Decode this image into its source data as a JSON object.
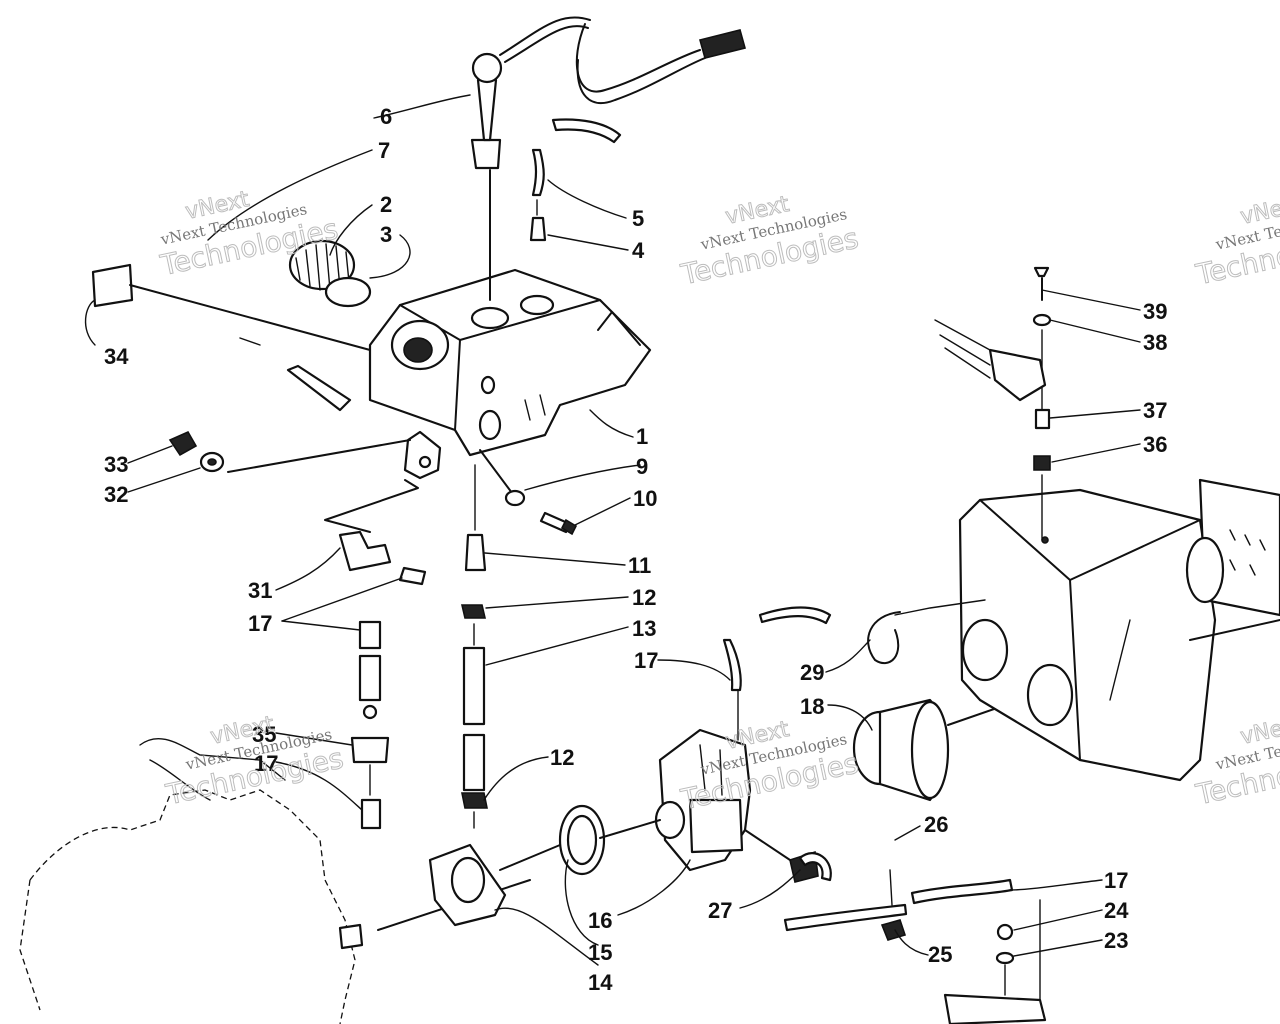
{
  "watermark": {
    "line1": "vNext",
    "line2": "vNext Technologies",
    "line3": "Technologies"
  },
  "callouts": {
    "c1": "1",
    "c2": "2",
    "c3": "3",
    "c4": "4",
    "c5": "5",
    "c6": "6",
    "c7": "7",
    "c9": "9",
    "c10": "10",
    "c11": "11",
    "c12a": "12",
    "c12b": "12",
    "c13": "13",
    "c14": "14",
    "c15": "15",
    "c16": "16",
    "c17a": "17",
    "c17b": "17",
    "c17c": "17",
    "c17d": "17",
    "c18": "18",
    "c23": "23",
    "c24": "24",
    "c25": "25",
    "c26": "26",
    "c27": "27",
    "c29": "29",
    "c31": "31",
    "c32": "32",
    "c33": "33",
    "c34": "34",
    "c35": "35",
    "c36": "36",
    "c37": "37",
    "c38": "38",
    "c39": "39"
  }
}
